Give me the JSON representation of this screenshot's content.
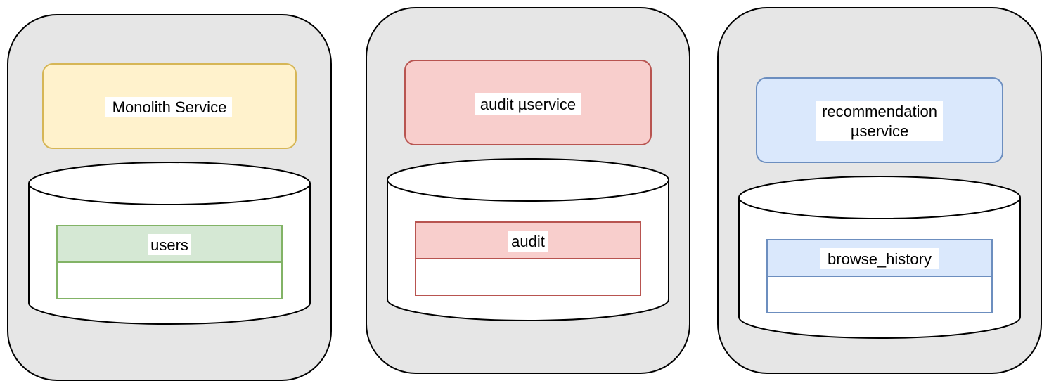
{
  "colors": {
    "container_fill": "#e6e6e6",
    "container_stroke": "#000000",
    "monolith_fill": "#fff2cc",
    "monolith_stroke": "#d6b656",
    "users_fill": "#d5e8d4",
    "users_stroke": "#82b366",
    "audit_fill": "#f8cecc",
    "audit_stroke": "#b85450",
    "recommendation_fill": "#dae8fc",
    "recommendation_stroke": "#6c8ebf"
  },
  "groups": [
    {
      "service": [
        "Monolith Service"
      ],
      "table": "users"
    },
    {
      "service": [
        "audit µservice"
      ],
      "table": "audit"
    },
    {
      "service": [
        "recommendation",
        "µservice"
      ],
      "table": "browse_history"
    }
  ]
}
